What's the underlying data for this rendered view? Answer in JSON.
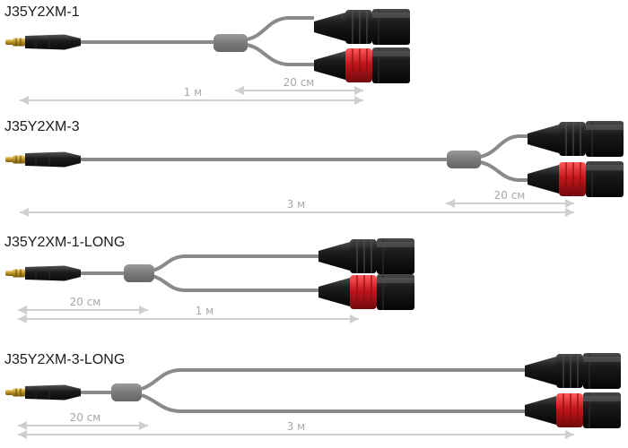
{
  "products": [
    {
      "model": "J35Y2XM-1",
      "main_length": "1 м",
      "split_length": "20 см"
    },
    {
      "model": "J35Y2XM-3",
      "main_length": "3 м",
      "split_length": "20 см"
    },
    {
      "model": "J35Y2XM-1-LONG",
      "main_length": "1 м",
      "split_length": "20 см"
    },
    {
      "model": "J35Y2XM-3-LONG",
      "main_length": "3 м",
      "split_length": "20 см"
    }
  ],
  "colors": {
    "cable": "#8a8a8a",
    "splitter": "#808080",
    "xlr_body": "#1e1e1e",
    "xlr_red_ring": "#c4161c",
    "plug_gold": "#c9a227",
    "dimension_line": "#cfcfcf",
    "dimension_text": "#a8a8a8"
  }
}
